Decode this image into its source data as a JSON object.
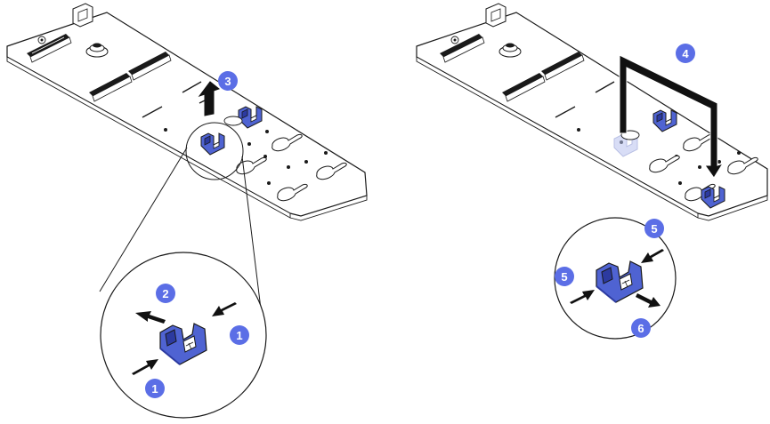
{
  "colors": {
    "line": "#1a1a1a",
    "board": "#ffffff",
    "retainer": "#4f63d2",
    "retainer_dark": "#2c3aa0",
    "retainer_ghost": "#b9c3ef",
    "callout": "#5b6ee6",
    "callout_text": "#ffffff",
    "arrow": "#111111"
  },
  "icons": {
    "board": "m2-backplane-board-icon",
    "retainer": "blue-retainer-clip-icon",
    "arrow": "black-arrow-icon"
  },
  "callouts": {
    "c1_top": "1",
    "c1_bottom": "1",
    "c2": "2",
    "c3": "3",
    "c4": "4",
    "c5_top": "5",
    "c5_left": "5",
    "c6": "6"
  }
}
